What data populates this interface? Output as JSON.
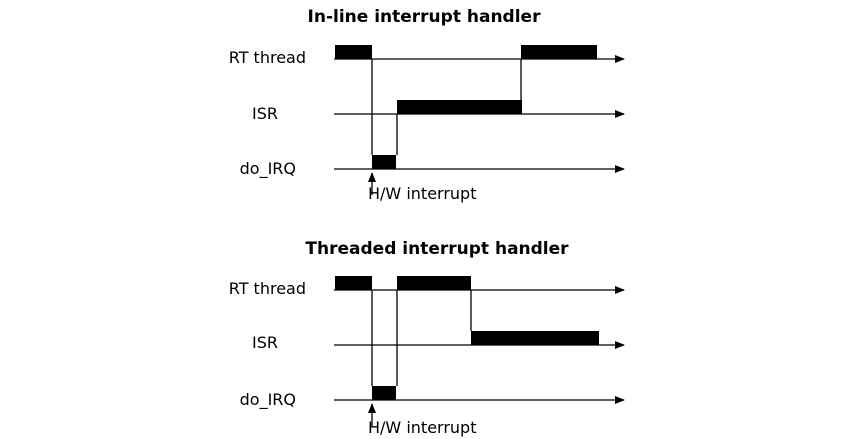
{
  "panels": [
    {
      "id": "inline",
      "title": "In-line interrupt handler",
      "lanes": [
        {
          "id": "rt",
          "label": "RT thread"
        },
        {
          "id": "isr",
          "label": "ISR"
        },
        {
          "id": "irq",
          "label": "do_IRQ"
        }
      ],
      "interrupt_label": "H/W interrupt"
    },
    {
      "id": "threaded",
      "title": "Threaded interrupt handler",
      "lanes": [
        {
          "id": "rt",
          "label": "RT thread"
        },
        {
          "id": "isr",
          "label": "ISR"
        },
        {
          "id": "irq",
          "label": "do_IRQ"
        }
      ],
      "interrupt_label": "H/W interrupt"
    }
  ]
}
